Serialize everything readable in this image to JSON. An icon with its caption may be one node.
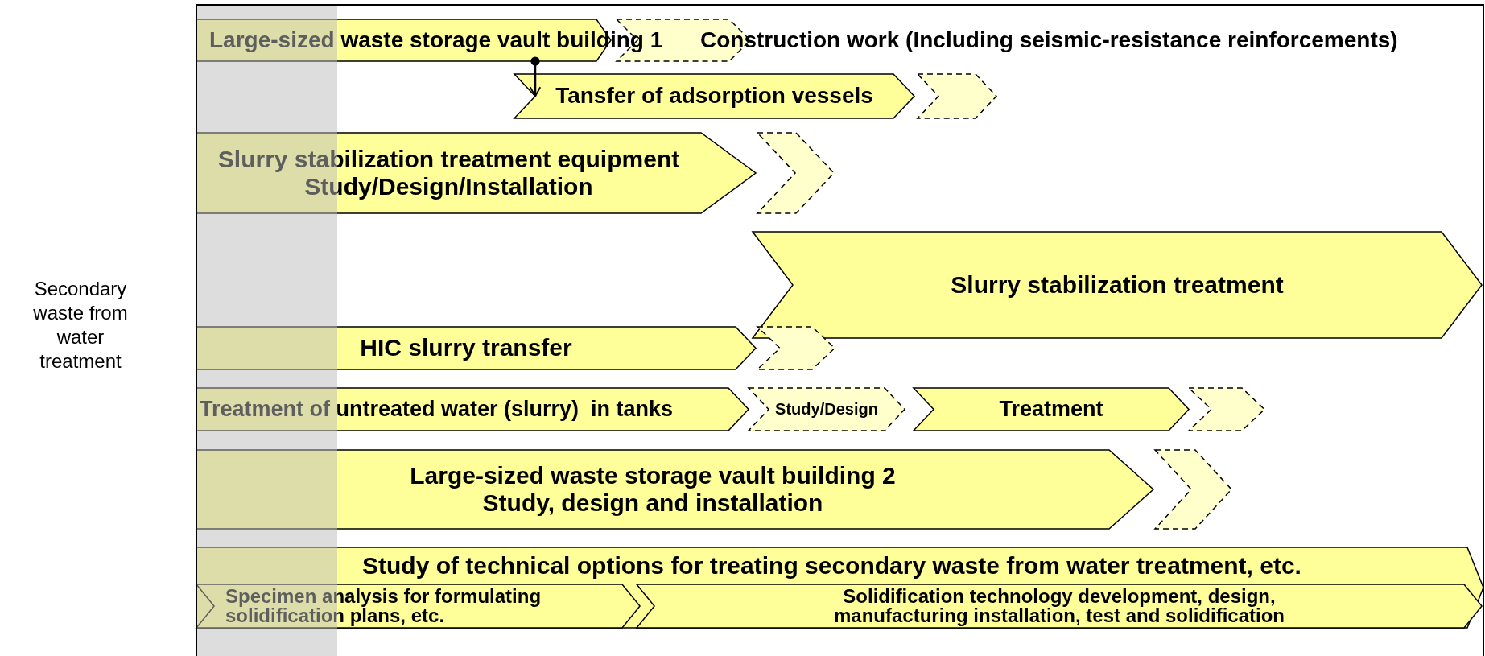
{
  "diagram": {
    "nodes": [
      {
        "text": [
          "Large-sized waste storage vault building 1"
        ]
      },
      {
        "text": [],
        "shape": "chevron"
      },
      {
        "text": [
          "Tansfer of adsorption vessels"
        ]
      },
      {
        "text": [],
        "shape": "chevron"
      },
      {
        "text": [
          "Slurry stabilization treatment equipment Study/Design/Installation"
        ]
      },
      {
        "text": [],
        "shape": "chevron"
      },
      {
        "text": [
          "Slurry stabilization treatment"
        ]
      },
      {
        "text": [
          "HIC slurry transfer"
        ]
      },
      {
        "text": [],
        "shape": "chevron"
      },
      {
        "text": [
          "Treatment of untreated water (slurry)  in tanks"
        ]
      },
      {
        "text": [
          "Study/Design"
        ]
      },
      {
        "text": [
          "Treatment"
        ]
      },
      {
        "text": [],
        "shape": "chevron"
      },
      {
        "text": [
          "Large-sized waste storage vault building 2 Study, design and installation"
        ]
      },
      {
        "text": [],
        "shape": "chevron"
      },
      {
        "text": [
          "Study of technical options for treating secondary waste from water treatment, etc."
        ]
      },
      {
        "text": [
          "Specimen analysis for formulating solidification plans, etc."
        ],
        "in": 15
      },
      {
        "text": [
          "Solidification technology development, design, manufacturing installation, test and solidification"
        ],
        "in": 15
      }
    ],
    "edges": [
      {
        "from": 0,
        "to": 2,
        "arrow": "to"
      }
    ],
    "labels": [
      "Construction work (Including seismic-resistance reinforcements)",
      "Secondary waste from water treatment"
    ]
  }
}
